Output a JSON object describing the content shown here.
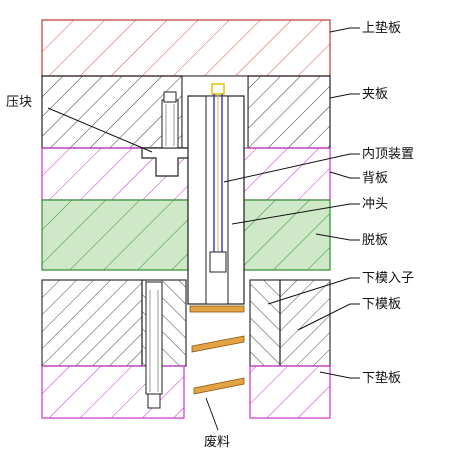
{
  "labels": {
    "top_pad_plate": "上垫板",
    "clamp_plate": "夹板",
    "press_block": "压块",
    "inner_ejector": "内顶装置",
    "backing_plate": "背板",
    "punch": "冲头",
    "stripper_plate": "脱板",
    "lower_die_insert": "下模入子",
    "lower_die_plate": "下模板",
    "lower_pad_plate": "下垫板",
    "scrap": "废料"
  },
  "colors": {
    "top_pad_hatch": "#d9534f",
    "clamp_hatch": "#222222",
    "backing_hatch": "#cc33cc",
    "stripper_fill": "#cfe9c8",
    "stripper_hatch": "#2f8f2f",
    "lower_die_hatch": "#333333",
    "lower_pad_hatch": "#cc33cc",
    "leader": "#111111",
    "ejector_blue": "#3333cc",
    "ejector_yellow": "#e6c200",
    "scrap_fill": "#e3a345",
    "bolt_fill": "#c8c8c8"
  }
}
